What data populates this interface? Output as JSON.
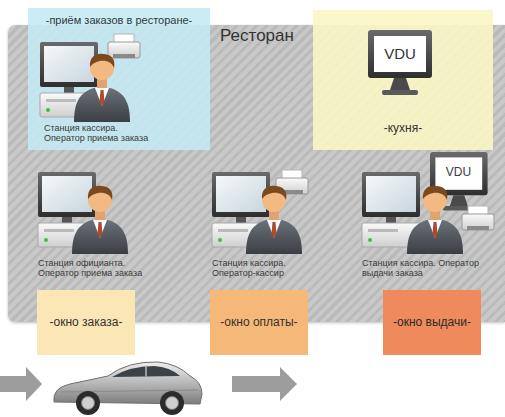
{
  "diagram": {
    "nodes": [
      {
        "text": [
          "Ресторан"
        ]
      },
      {
        "text": [
          "-приём заказов в ресторане-",
          "Станция кассира. Оператор приема заказа"
        ]
      },
      {
        "text": [
          "VDU",
          "-кухня-"
        ]
      },
      {
        "text": [
          "-окно заказа-"
        ]
      },
      {
        "text": [
          "-окно оплаты-"
        ]
      },
      {
        "text": [
          "-окно выдачи-"
        ]
      }
    ],
    "labels": [
      "VDU",
      "Станция официанта. Оператор приема заказа",
      "Станция кассира. Оператор-кассир",
      "Станция кассира. Оператор выдачи заказа"
    ]
  }
}
